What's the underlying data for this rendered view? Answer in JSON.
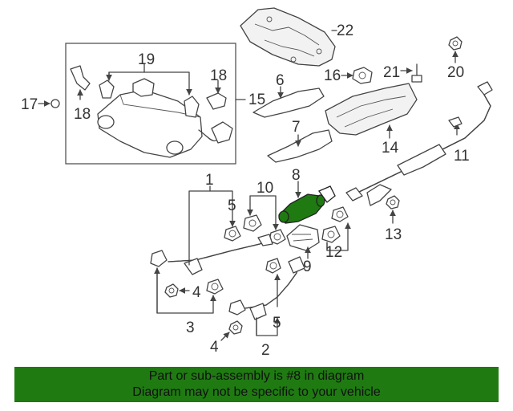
{
  "diagram": {
    "callouts": [
      "1",
      "2",
      "3",
      "4",
      "4",
      "5",
      "5",
      "5",
      "6",
      "7",
      "8",
      "9",
      "10",
      "11",
      "12",
      "13",
      "14",
      "15",
      "16",
      "17",
      "18",
      "18",
      "19",
      "20",
      "21",
      "22"
    ],
    "highlight_color": "#1f7a12"
  },
  "banner": {
    "line1": "Part or sub-assembly is #8 in diagram",
    "line2": "Diagram may not be specific to your vehicle",
    "background": "#1f7a12"
  }
}
